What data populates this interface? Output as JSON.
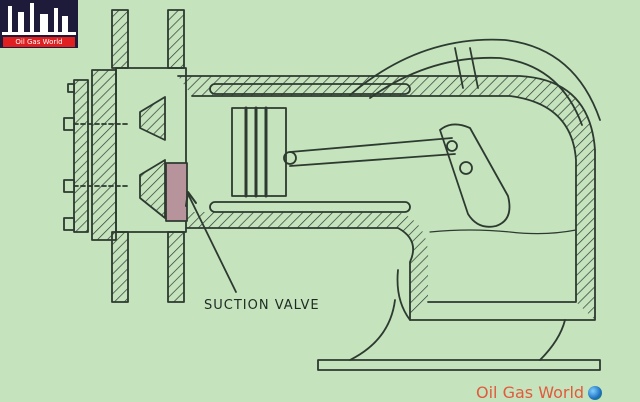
{
  "logo": {
    "text": "Oil Gas World",
    "icon": "refinery-towers-icon"
  },
  "diagram": {
    "label": "SUCTION VALVE"
  },
  "watermark": {
    "text": "Oil Gas World",
    "icon": "globe-icon"
  },
  "colors": {
    "background": "#c5e3bd",
    "line": "#2d3a30",
    "valve_fill": "#b7949c",
    "watermark": "#e25a3c",
    "logo_bg": "#1d1a3a",
    "logo_banner": "#e02020"
  }
}
